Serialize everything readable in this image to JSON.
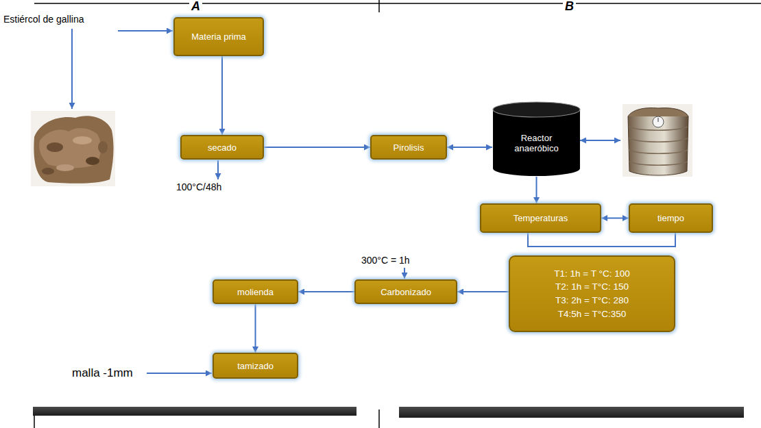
{
  "diagram": {
    "nodes": [
      {
        "text": [
          "Materia prima"
        ]
      },
      {
        "text": [
          "secado"
        ]
      },
      {
        "text": [
          "Pirolisis"
        ]
      },
      {
        "text": [
          "Reactor anaeróbico"
        ]
      },
      {
        "text": [
          "Temperaturas"
        ]
      },
      {
        "text": [
          "tiempo"
        ]
      },
      {
        "text": [
          "T1: 1h = T °C: 100",
          "T2: 1h = T°C: 150",
          "T3: 2h = T°C: 280",
          "T4:5h = T°C:350"
        ]
      },
      {
        "text": [
          "Carbonizado"
        ]
      },
      {
        "text": [
          "molienda"
        ]
      },
      {
        "text": [
          "tamizado"
        ]
      }
    ],
    "edges": [
      {
        "from": 0,
        "to": 1,
        "arrow": "to"
      },
      {
        "from": 1,
        "to": 2,
        "arrow": "to"
      },
      {
        "from": 2,
        "to": 3,
        "arrow": "both"
      },
      {
        "from": 3,
        "to": 4,
        "arrow": "to"
      },
      {
        "from": 4,
        "to": 5,
        "arrow": "both"
      },
      {
        "from": 4,
        "to": 5,
        "arrow": "none"
      },
      {
        "from": 6,
        "to": 7,
        "arrow": "to"
      },
      {
        "from": 7,
        "to": 8,
        "arrow": "to"
      },
      {
        "from": 8,
        "to": 9,
        "arrow": "to"
      }
    ],
    "labels": [
      "A",
      "B",
      "Estiércol de gallina",
      "100°C/48h",
      "300°C = 1h",
      "malla -1mm"
    ]
  }
}
